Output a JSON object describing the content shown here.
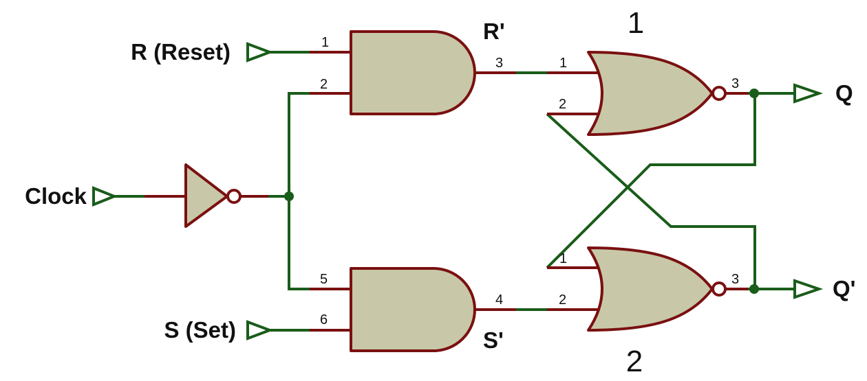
{
  "inputs": {
    "reset": "R (Reset)",
    "clock": "Clock",
    "set": "S (Set)"
  },
  "outputs": {
    "q": "Q",
    "q_bar": "Q'"
  },
  "signals": {
    "r_prime": "R'",
    "s_prime": "S'"
  },
  "gates": {
    "nor_top_number": "1",
    "nor_bottom_number": "2"
  },
  "pins": {
    "and_top_in1": "1",
    "and_top_in2": "2",
    "and_top_out": "3",
    "and_bot_in1": "5",
    "and_bot_in2": "6",
    "and_bot_out": "4",
    "nor_top_in1": "1",
    "nor_top_in2": "2",
    "nor_top_out": "3",
    "nor_bot_in1": "1",
    "nor_bot_in2": "2",
    "nor_bot_out": "3"
  },
  "colors": {
    "wire": "#1a5c1a",
    "pin_lead": "#7a1010",
    "gate_fill": "#c8c8a8"
  }
}
